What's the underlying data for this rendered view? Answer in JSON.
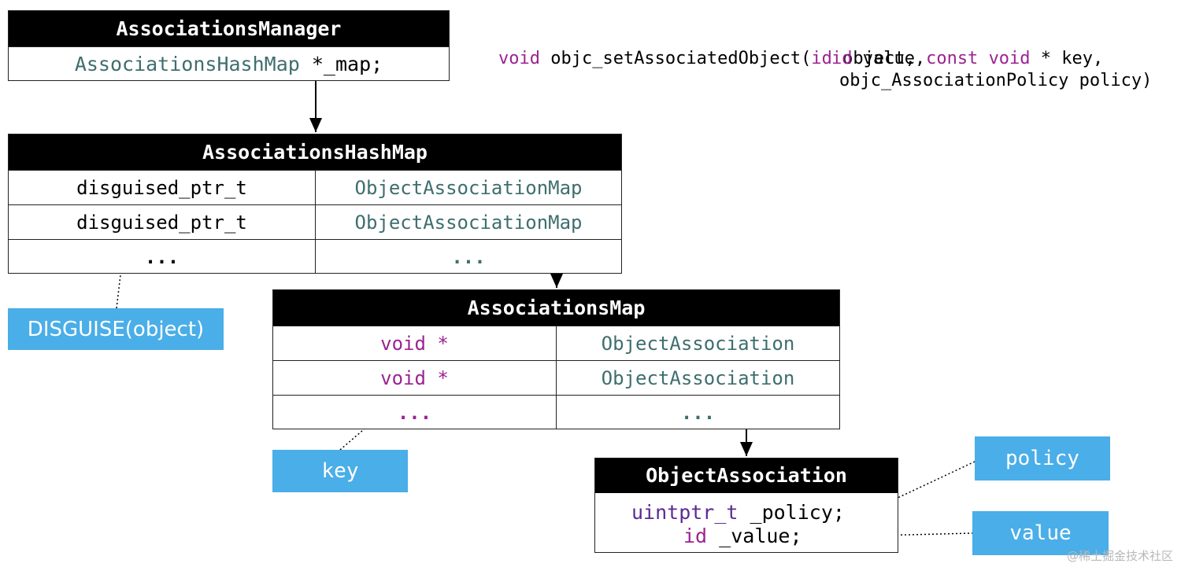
{
  "manager": {
    "title": "AssociationsManager",
    "field_type": "AssociationsHashMap",
    "field_name": " *_map;"
  },
  "signature": {
    "line1_void": "void",
    "line1_fn": " objc_setAssociatedObject(",
    "line1_id": "id",
    "line1_obj": " object, ",
    "line1_const": "const",
    "line1_sp": " ",
    "line1_void2": "void",
    "line1_key": " * key,",
    "line2_id": "id",
    "line2_val": " value,",
    "line3": "objc_AssociationPolicy policy)"
  },
  "hashmap": {
    "title": "AssociationsHashMap",
    "rows": [
      {
        "key": "disguised_ptr_t",
        "value": "ObjectAssociationMap"
      },
      {
        "key": "disguised_ptr_t",
        "value": "ObjectAssociationMap"
      },
      {
        "key": "...",
        "value": "..."
      }
    ]
  },
  "map": {
    "title": "AssociationsMap",
    "rows": [
      {
        "key": "void *",
        "value": "ObjectAssociation"
      },
      {
        "key": "void *",
        "value": "ObjectAssociation"
      },
      {
        "key": "...",
        "value": "..."
      }
    ]
  },
  "association": {
    "title": "ObjectAssociation",
    "policy_type": "uintptr_t",
    "policy_name": " _policy;",
    "value_type": "id",
    "value_name": " _value;"
  },
  "tags": {
    "disguise": "DISGUISE(object)",
    "key": "key",
    "policy": "policy",
    "value": "value"
  },
  "watermark": "@稀土掘金技术社区",
  "colors": {
    "tag_bg": "#4aaee8",
    "teal": "#3f6e6e",
    "purple": "#9b2393"
  }
}
